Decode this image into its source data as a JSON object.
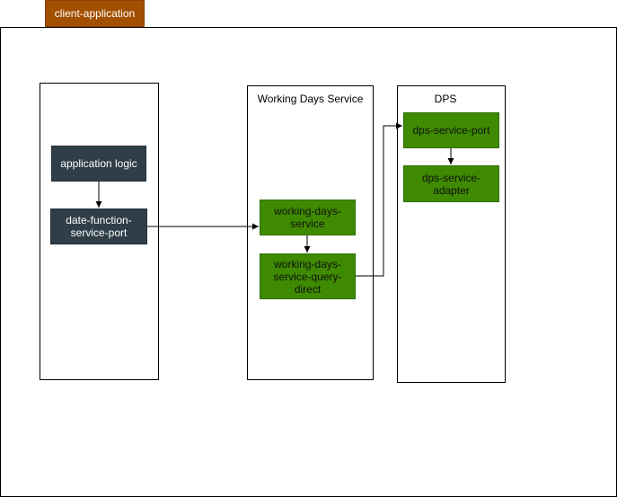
{
  "diagram": {
    "tag_label": "client-application",
    "containers": {
      "client": {
        "title": ""
      },
      "working_days": {
        "title": "Working Days Service"
      },
      "dps": {
        "title": "DPS"
      }
    },
    "nodes": {
      "application_logic": "application logic",
      "date_function_port": "date-function-service-port",
      "working_days_service": "working-days-service",
      "working_days_query": "working-days-service-query-direct",
      "dps_service_port": "dps-service-port",
      "dps_service_adapter": "dps-service-adapter"
    },
    "edges": [
      {
        "from": "application logic",
        "to": "date-function-service-port"
      },
      {
        "from": "date-function-service-port",
        "to": "working-days-service"
      },
      {
        "from": "working-days-service",
        "to": "working-days-service-query-direct"
      },
      {
        "from": "working-days-service-query-direct",
        "to": "dps-service-port"
      },
      {
        "from": "dps-service-port",
        "to": "dps-service-adapter"
      }
    ],
    "colors": {
      "tag_fill": "#a34f00",
      "dark_node_fill": "#2f3e48",
      "green_node_fill": "#3e8a00",
      "edge": "#000000"
    }
  }
}
